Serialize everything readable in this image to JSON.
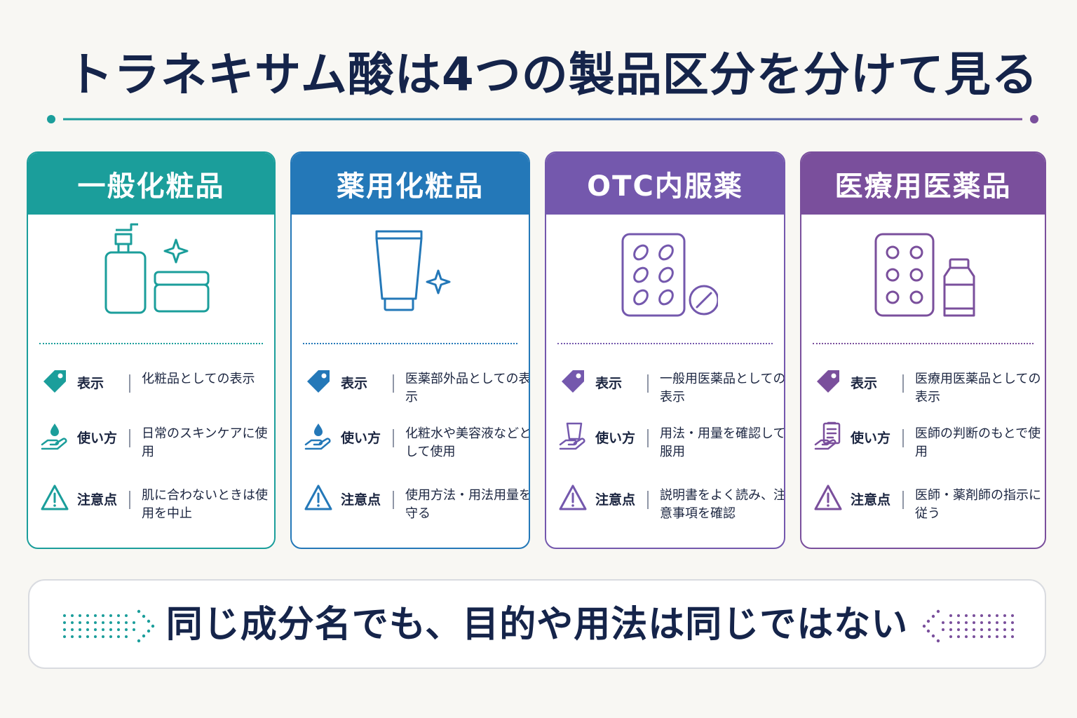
{
  "title": "トラネキサム酸は4つの製品区分を分けて見る",
  "cards": [
    {
      "heading": "一般化粧品",
      "color": "#1b9e9b",
      "icon": "pump-bottle-and-cream-jar-icon",
      "rows": [
        {
          "label": "表示",
          "value": "化粧品としての表示",
          "icon": "tag-icon"
        },
        {
          "label": "使い方",
          "value": "日常のスキンケアに使用",
          "icon": "drop-hand-icon"
        },
        {
          "label": "注意点",
          "value": "肌に合わないときは使用を中止",
          "icon": "warning-icon"
        }
      ]
    },
    {
      "heading": "薬用化粧品",
      "color": "#2478b8",
      "icon": "tube-icon",
      "rows": [
        {
          "label": "表示",
          "value": "医薬部外品としての表示",
          "icon": "tag-icon"
        },
        {
          "label": "使い方",
          "value": "化粧水や美容液などとして使用",
          "icon": "drop-hand-icon"
        },
        {
          "label": "注意点",
          "value": "使用方法・用法用量を守る",
          "icon": "warning-icon"
        }
      ]
    },
    {
      "heading": "OTC内服薬",
      "color": "#7458ad",
      "icon": "blister-pack-and-tablet-icon",
      "rows": [
        {
          "label": "表示",
          "value": "一般用医薬品としての表示",
          "icon": "tag-icon"
        },
        {
          "label": "使い方",
          "value": "用法・用量を確認して服用",
          "icon": "cup-hand-icon"
        },
        {
          "label": "注意点",
          "value": "説明書をよく読み、注意事項を確認",
          "icon": "warning-icon"
        }
      ]
    },
    {
      "heading": "医療用医薬品",
      "color": "#7a4f9c",
      "icon": "blister-pack-and-bottle-icon",
      "rows": [
        {
          "label": "表示",
          "value": "医療用医薬品としての表示",
          "icon": "tag-icon"
        },
        {
          "label": "使い方",
          "value": "医師の判断のもとで使用",
          "icon": "clipboard-hand-icon"
        },
        {
          "label": "注意点",
          "value": "医師・薬剤師の指示に従う",
          "icon": "warning-icon"
        }
      ]
    }
  ],
  "footer": {
    "text": "同じ成分名でも、目的や用法は同じではない",
    "left_arrow_color": "#1b9e9b",
    "right_arrow_color": "#7a4f9c"
  }
}
